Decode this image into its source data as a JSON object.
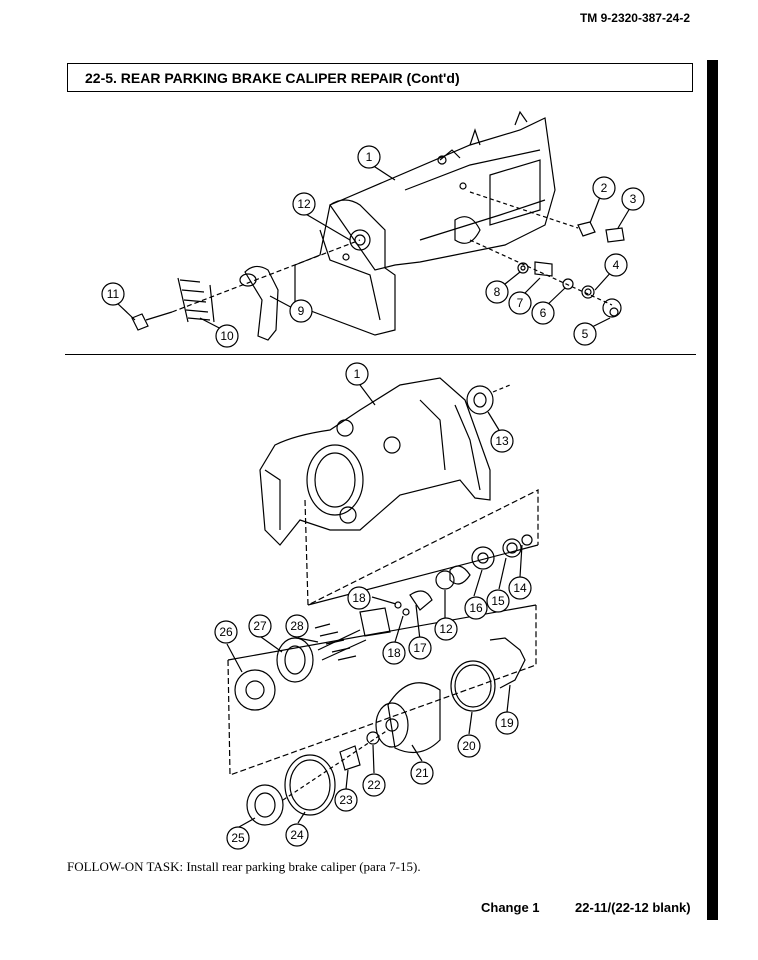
{
  "header": {
    "tm_number": "TM 9-2320-387-24-2"
  },
  "section": {
    "title": "22-5.  REAR PARKING BRAKE CALIPER REPAIR (Cont'd)"
  },
  "figure_top": {
    "callouts": [
      "1",
      "2",
      "3",
      "4",
      "5",
      "6",
      "7",
      "8",
      "9",
      "10",
      "11",
      "12"
    ]
  },
  "figure_bottom": {
    "callouts": [
      "1",
      "12",
      "13",
      "14",
      "15",
      "16",
      "17",
      "18",
      "18",
      "19",
      "20",
      "21",
      "22",
      "23",
      "24",
      "25",
      "26",
      "27",
      "28"
    ]
  },
  "follow_on": "FOLLOW-ON TASK: Install rear parking brake caliper (para 7-15).",
  "footer": {
    "change": "Change 1",
    "page": "22-11/(22-12 blank)"
  }
}
